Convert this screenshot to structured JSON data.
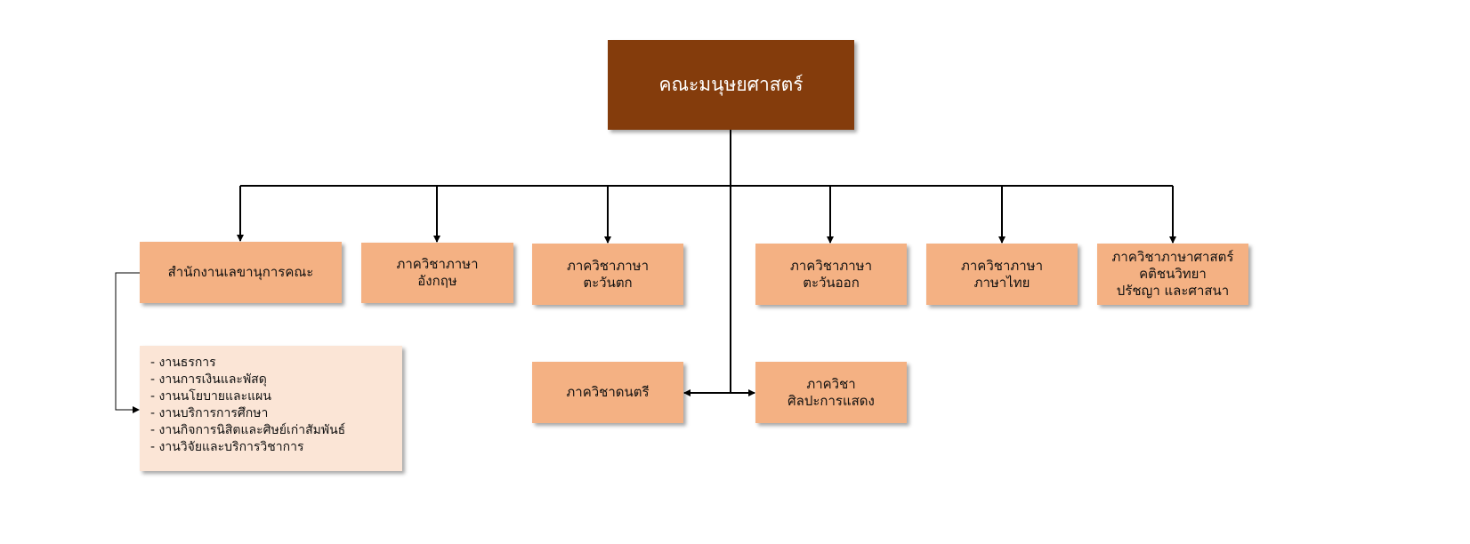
{
  "root": {
    "label": "คณะมนุษยศาสตร์"
  },
  "units": [
    {
      "id": "secretariat",
      "lines": [
        "สำนักงานเลขานุการคณะ"
      ]
    },
    {
      "id": "english",
      "lines": [
        "ภาควิชาภาษา",
        "อังกฤษ"
      ]
    },
    {
      "id": "western",
      "lines": [
        "ภาควิชาภาษา",
        "ตะวันตก"
      ]
    },
    {
      "id": "eastern",
      "lines": [
        "ภาควิชาภาษา",
        "ตะวันออก"
      ]
    },
    {
      "id": "thai",
      "lines": [
        "ภาควิชาภาษา",
        "ภาษาไทย"
      ]
    },
    {
      "id": "philosophy",
      "lines": [
        "ภาควิชาภาษาศาสตร์",
        "คติชนวิทยา",
        "ปรัชญา และศาสนา"
      ]
    },
    {
      "id": "music",
      "lines": [
        "ภาควิชาดนตรี"
      ]
    },
    {
      "id": "performing",
      "lines": [
        "ภาควิชา",
        "ศิลปะการแสดง"
      ]
    }
  ],
  "secretariat_tasks": [
    "- งานธรการ",
    "- งานการเงินและพัสดุ",
    "- งานนโยบายและแผน",
    "- งานบริการการศึกษา",
    "- งานกิจการนิสิตและศิษย์เก่าสัมพันธ์",
    "- งานวิจัยและบริการวิชาการ"
  ],
  "colors": {
    "root": "#843C0C",
    "unit": "#F4B183",
    "tasks": "#FBE5D6"
  }
}
